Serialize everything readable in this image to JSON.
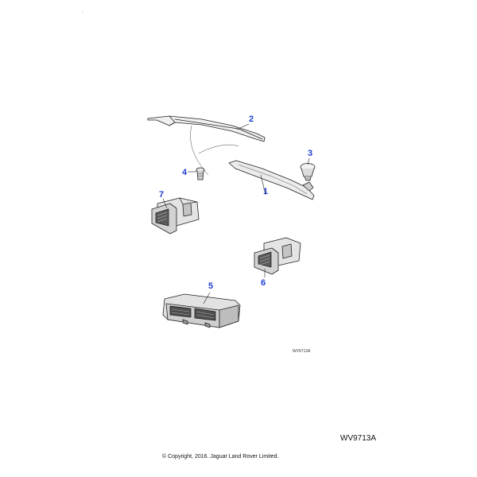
{
  "diagram": {
    "callouts": {
      "c1": "1",
      "c2": "2",
      "c3": "3",
      "c4": "4",
      "c5": "5",
      "c6": "6",
      "c7": "7"
    },
    "figure_code_small": "WV9713A",
    "figure_code": "WV9713A",
    "copyright": "© Copyright, 2016. Jaguar Land Rover Limited.",
    "callout_color": "#1f3fd1",
    "line_color": "#222222",
    "part_shade": "#d9d9d9",
    "part_dark": "#8c8c8c"
  }
}
